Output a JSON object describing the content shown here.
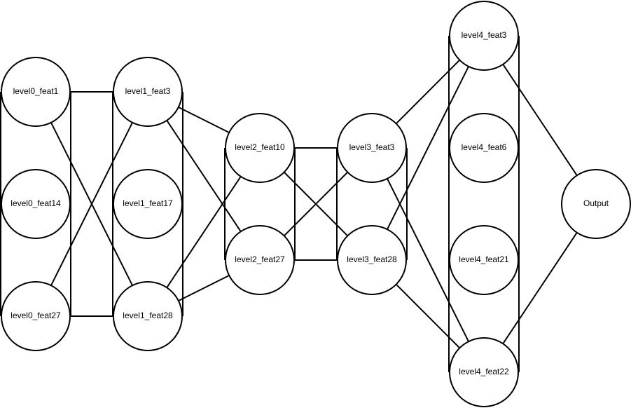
{
  "diagram": {
    "nodes": {
      "l0_f1": "level0_feat1",
      "l0_f14": "level0_feat14",
      "l0_f27": "level0_feat27",
      "l1_f3": "level1_feat3",
      "l1_f17": "level1_feat17",
      "l1_f28": "level1_feat28",
      "l2_f10": "level2_feat10",
      "l2_f27": "level2_feat27",
      "l3_f3": "level3_feat3",
      "l3_f28": "level3_feat28",
      "l4_f3": "level4_feat3",
      "l4_f6": "level4_feat6",
      "l4_f21": "level4_feat21",
      "l4_f22": "level4_feat22",
      "out": "Output"
    },
    "edges": [
      [
        "l0_f1",
        "l1_f3"
      ],
      [
        "l0_f1",
        "l1_f28"
      ],
      [
        "l0_f27",
        "l1_f3"
      ],
      [
        "l0_f27",
        "l1_f28"
      ],
      [
        "l1_f3",
        "l2_f10"
      ],
      [
        "l1_f3",
        "l2_f27"
      ],
      [
        "l1_f28",
        "l2_f10"
      ],
      [
        "l1_f28",
        "l2_f27"
      ],
      [
        "l2_f10",
        "l3_f3"
      ],
      [
        "l2_f10",
        "l3_f28"
      ],
      [
        "l2_f27",
        "l3_f3"
      ],
      [
        "l2_f27",
        "l3_f28"
      ],
      [
        "l3_f3",
        "l4_f3"
      ],
      [
        "l3_f3",
        "l4_f22"
      ],
      [
        "l3_f28",
        "l4_f3"
      ],
      [
        "l3_f28",
        "l4_f22"
      ],
      [
        "l4_f3",
        "out"
      ],
      [
        "l4_f22",
        "out"
      ]
    ]
  }
}
